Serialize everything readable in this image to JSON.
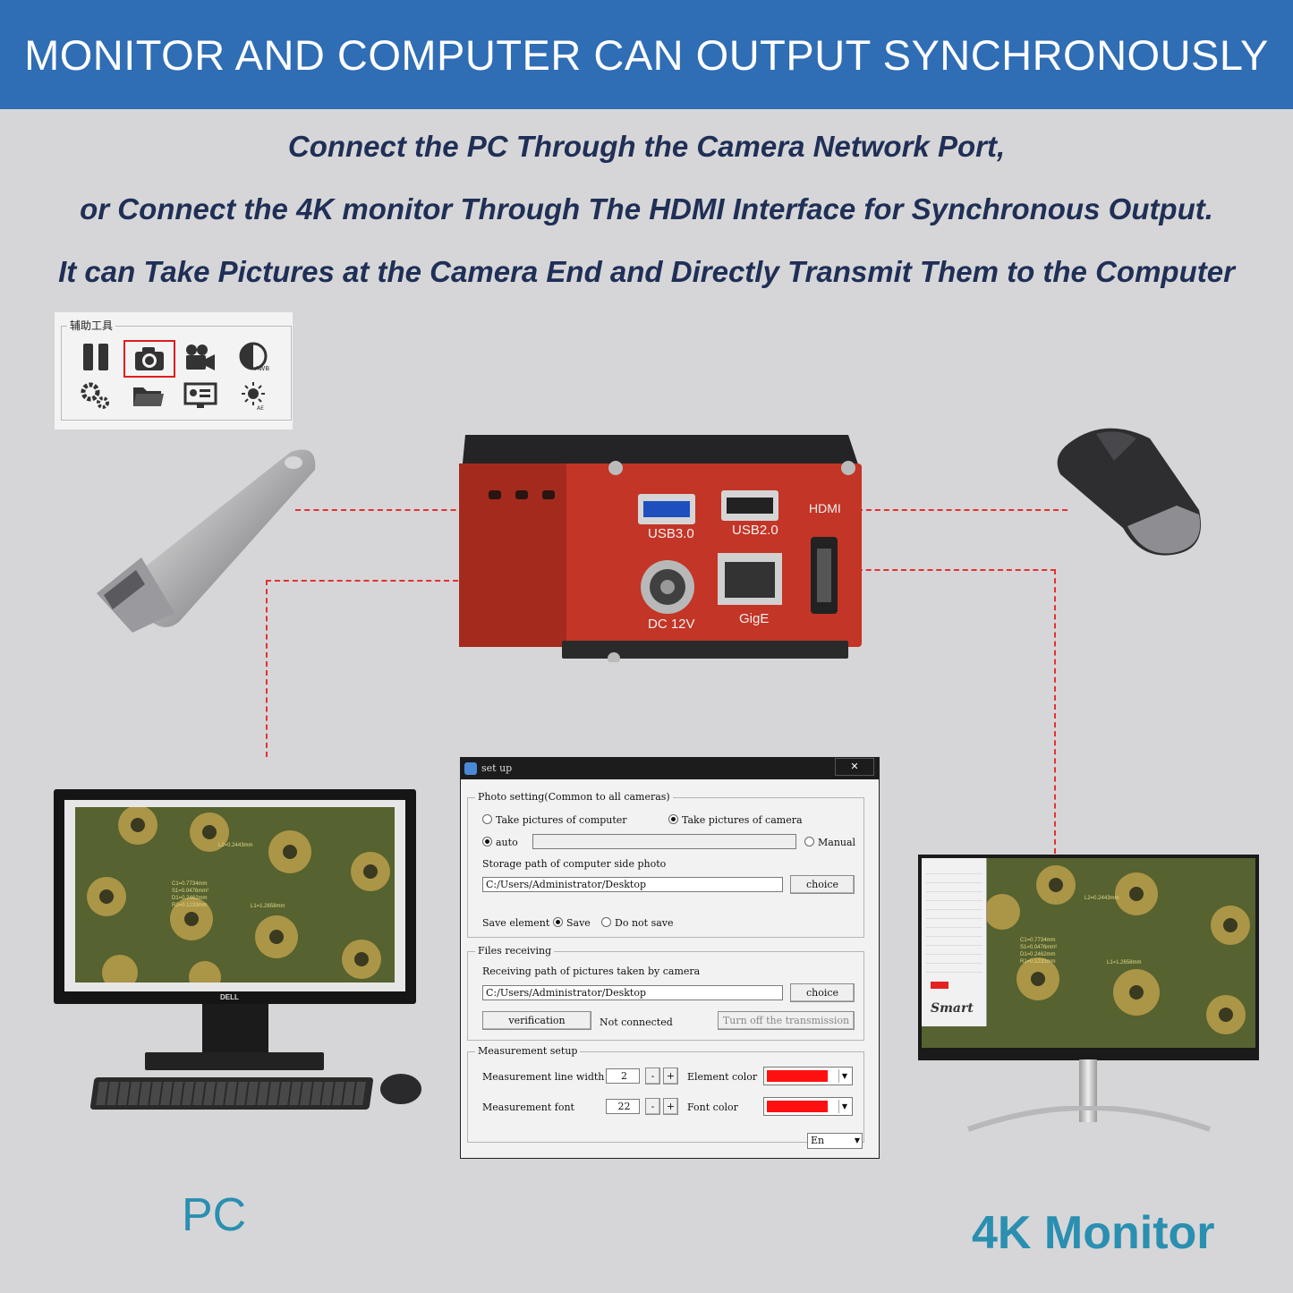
{
  "banner": {
    "text": "MONITOR AND COMPUTER CAN OUTPUT SYNCHRONOUSLY"
  },
  "taglines": [
    "Connect the PC Through the Camera Network Port,",
    "or Connect the 4K monitor Through The HDMI Interface for Synchronous Output.",
    "It can Take Pictures at the Camera End and Directly Transmit Them to the Computer"
  ],
  "toolbar": {
    "title": "辅助工具",
    "icons": [
      "pause-icon",
      "camera-icon",
      "video-camera-icon",
      "awb-icon",
      "settings-icon",
      "folder-icon",
      "display-settings-icon",
      "ae-icon"
    ],
    "badges": {
      "awb": "AWB",
      "ae": "AE"
    }
  },
  "camera": {
    "ports": {
      "usb3": "USB3.0",
      "usb2": "USB2.0",
      "hdmi": "HDMI",
      "dc": "DC 12V",
      "gige": "GigE"
    }
  },
  "pc_screen": {
    "measurements": [
      "C1=0.7734mm",
      "S1=0.0476mm²",
      "D1=0.2462mm",
      "R1=0.1233mm"
    ],
    "l1": "L1=1.2658mm",
    "l2": "L2=0.2443mm",
    "brand": "DELL"
  },
  "monitor_screen": {
    "measurements": [
      "C1=0.7734mm",
      "S1=0.0476mm²",
      "D1=0.2462mm",
      "R1=0.1233mm"
    ],
    "l1": "L1=1.2658mm",
    "l2": "L2=0.2443mm",
    "brand": "Smart"
  },
  "dialog": {
    "title": "set up",
    "close": "✕",
    "photo_group": "Photo setting(Common to all cameras)",
    "opt_computer": "Take pictures of computer",
    "opt_camera": "Take pictures of camera",
    "opt_auto": "auto",
    "opt_manual": "Manual",
    "storage_label": "Storage path of computer side photo",
    "storage_path": "C:/Users/Administrator/Desktop",
    "choice": "choice",
    "save_element": "Save element",
    "opt_save": "Save",
    "opt_nosave": "Do not save",
    "files_group": "Files receiving",
    "receiving_label": "Receiving path of pictures taken by camera",
    "receiving_path": "C:/Users/Administrator/Desktop",
    "verification": "verification",
    "status": "Not connected",
    "turn_off": "Turn off the transmission",
    "measure_group": "Measurement setup",
    "line_width_label": "Measurement line width",
    "line_width": "2",
    "font_label": "Measurement font",
    "font_size": "22",
    "minus": "-",
    "plus": "+",
    "element_color_label": "Element color",
    "font_color_label": "Font color",
    "element_color": "#ff1010",
    "font_color": "#ff1010",
    "language": "En"
  },
  "labels": {
    "pc": "PC",
    "monitor": "4K Monitor"
  }
}
